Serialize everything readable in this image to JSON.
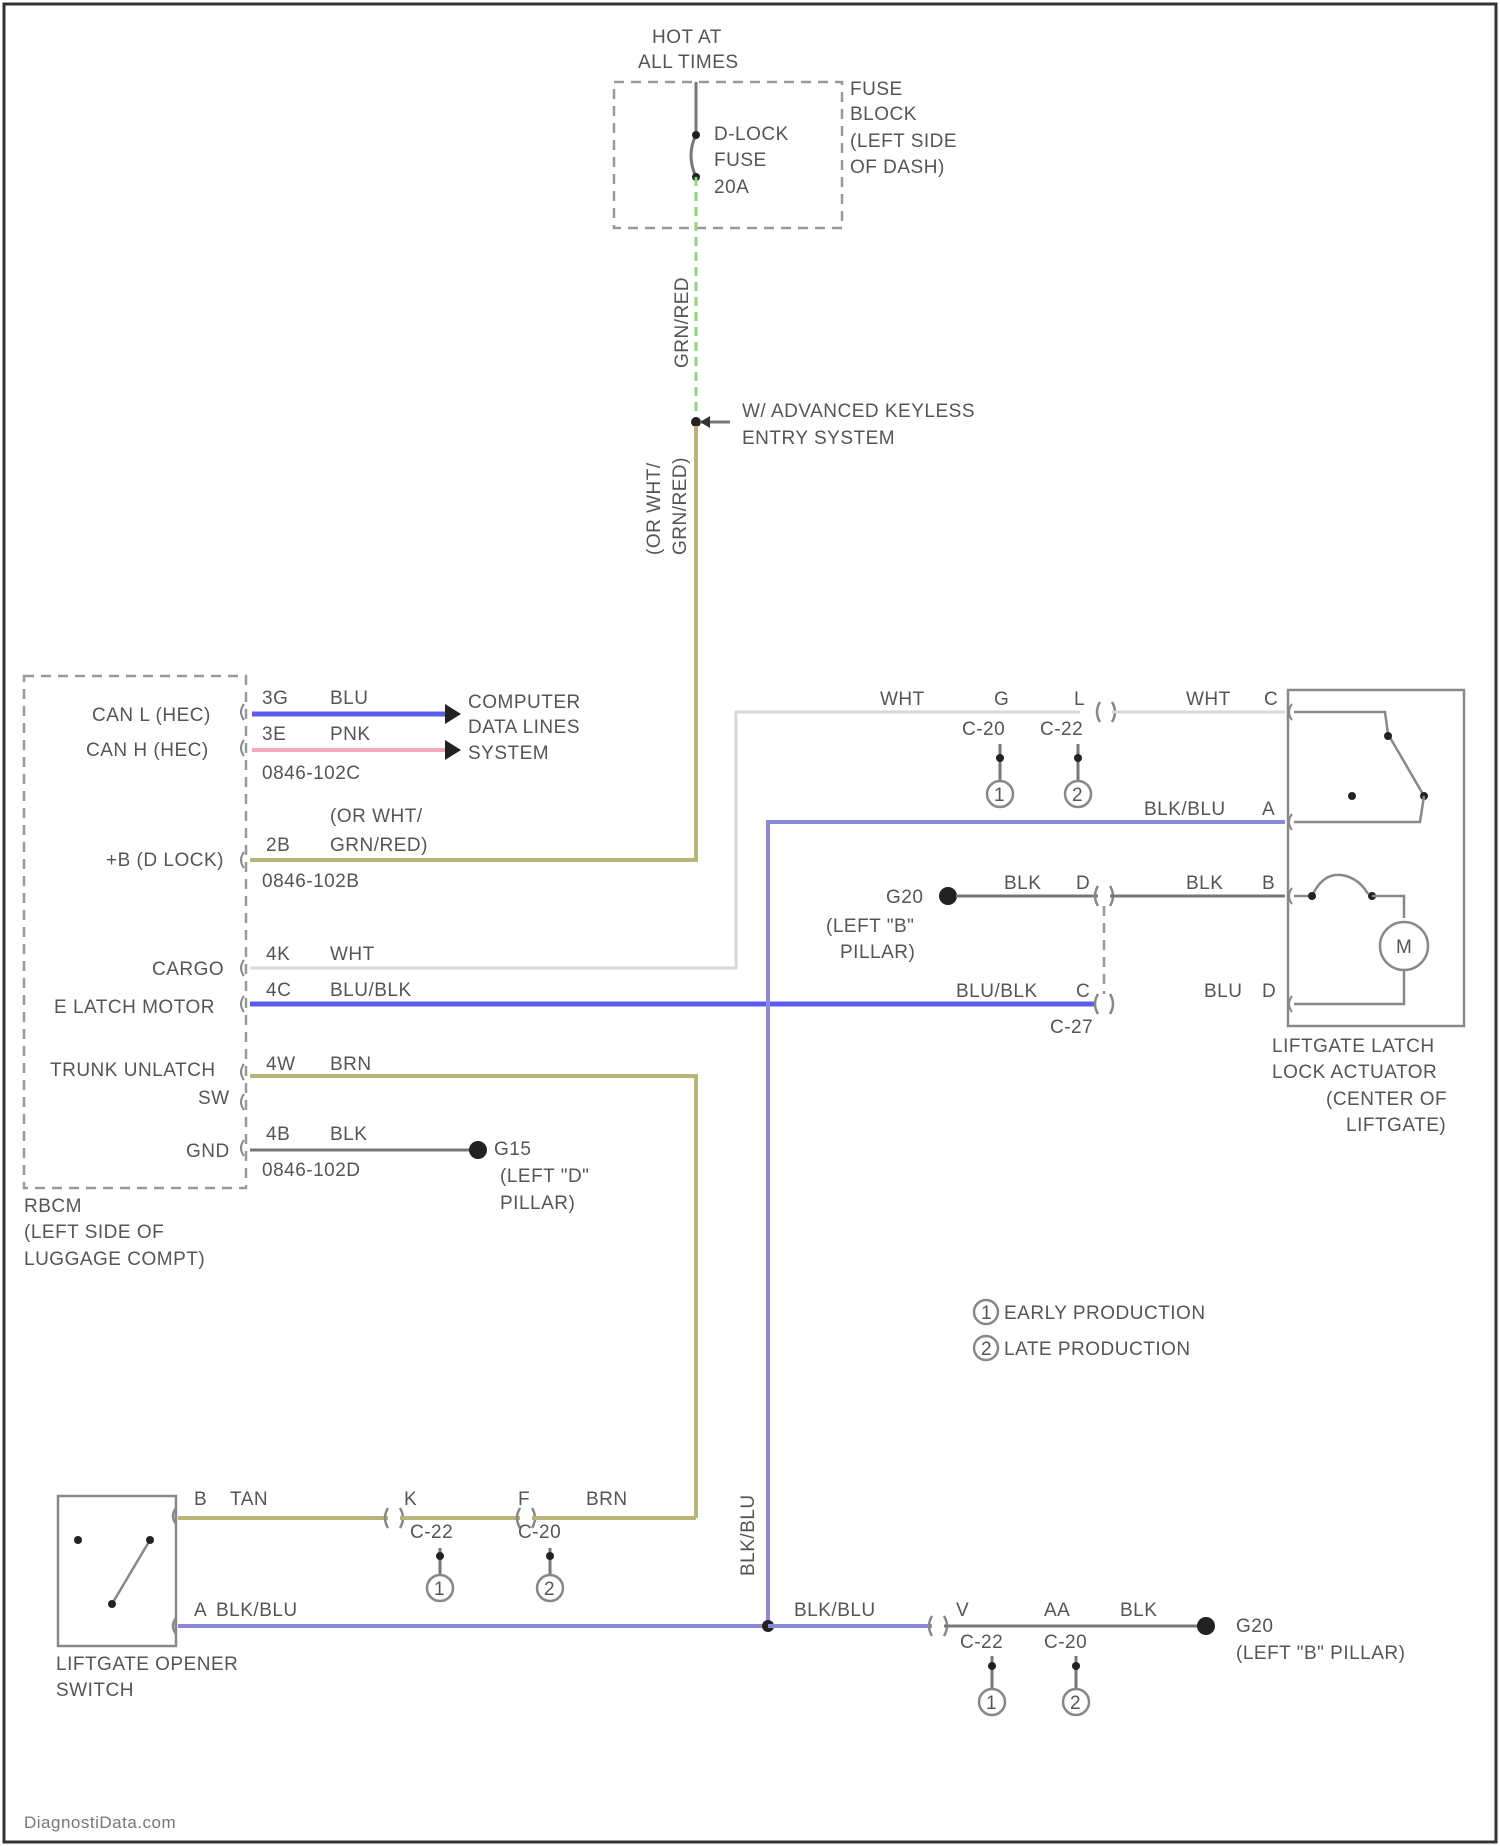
{
  "fuse": {
    "power_line1": "HOT AT",
    "power_line2": "ALL TIMES",
    "fuse_line1": "D-LOCK",
    "fuse_line2": "FUSE",
    "fuse_line3": "20A",
    "block_line1": "FUSE",
    "block_line2": "BLOCK",
    "block_line3": "(LEFT SIDE",
    "block_line4": "OF DASH)"
  },
  "top_wire": {
    "color1": "GRN/RED",
    "branch_line1": "W/ ADVANCED KEYLESS",
    "branch_line2": "ENTRY SYSTEM",
    "alt_line1": "(OR WHT/",
    "alt_line2": "GRN/RED)"
  },
  "rbcm": {
    "pin_canl": "CAN L (HEC)",
    "pin_canh": "CAN H (HEC)",
    "pin_bdlock": "+B (D LOCK)",
    "pin_cargo": "CARGO",
    "pin_elatch": "E LATCH MOTOR",
    "pin_trunk1": "TRUNK UNLATCH",
    "pin_trunk2": "SW",
    "pin_gnd": "GND",
    "cav_3g": "3G",
    "cav_3e": "3E",
    "conn_c": "0846-102C",
    "wire_blu": "BLU",
    "wire_pnk": "PNK",
    "cav_2b": "2B",
    "wire_alt1": "(OR WHT/",
    "wire_alt2": "GRN/RED)",
    "conn_b": "0846-102B",
    "cav_4k": "4K",
    "wire_wht": "WHT",
    "cav_4c": "4C",
    "wire_blublk": "BLU/BLK",
    "cav_4w": "4W",
    "wire_brn": "BRN",
    "cav_4b": "4B",
    "wire_blk": "BLK",
    "conn_d": "0846-102D",
    "label_line1": "RBCM",
    "label_line2": "(LEFT SIDE OF",
    "label_line3": "LUGGAGE COMPT)"
  },
  "data_lines": {
    "line1": "COMPUTER",
    "line2": "DATA LINES",
    "line3": "SYSTEM"
  },
  "ground_g15": {
    "name": "G15",
    "line1": "(LEFT \"D\"",
    "line2": "PILLAR)"
  },
  "actuator_circuits": {
    "wht_wire": "WHT",
    "pin_g": "G",
    "pin_l": "L",
    "conn_c20": "C-20",
    "conn_c22": "C-22",
    "wht_wire2": "WHT",
    "pin_c": "C",
    "blkblu_wire": "BLK/BLU",
    "pin_a": "A",
    "g20_name": "G20",
    "g20_line1": "(LEFT \"B\"",
    "g20_line2": "PILLAR)",
    "blk_wire1": "BLK",
    "pin_d": "D",
    "blk_wire2": "BLK",
    "pin_b": "B",
    "blublk_wire": "BLU/BLK",
    "pin_c2": "C",
    "blu_wire": "BLU",
    "pin_d2": "D",
    "conn_c27": "C-27",
    "motor": "M",
    "label_line1": "LIFTGATE LATCH",
    "label_line2": "LOCK ACTUATOR",
    "label_line3": "(CENTER OF",
    "label_line4": "LIFTGATE)"
  },
  "legend": {
    "num1": "1",
    "text1": "EARLY PRODUCTION",
    "num2": "2",
    "text2": "LATE PRODUCTION"
  },
  "opener": {
    "pin_b": "B",
    "wire_tan": "TAN",
    "pin_k": "K",
    "conn_c22": "C-22",
    "pin_f": "F",
    "conn_c20": "C-20",
    "wire_brn": "BRN",
    "pin_a": "A",
    "wire_blkblu": "BLK/BLU",
    "vertical_wire": "BLK/BLU",
    "label_line1": "LIFTGATE OPENER",
    "label_line2": "SWITCH"
  },
  "bottom_ground": {
    "wire_blkblu": "BLK/BLU",
    "pin_v": "V",
    "conn_c22": "C-22",
    "pin_aa": "AA",
    "conn_c20": "C-20",
    "wire_blk": "BLK",
    "g20_name": "G20",
    "g20_desc": "(LEFT \"B\" PILLAR)"
  },
  "markers": {
    "one": "1",
    "two": "2"
  },
  "footer": {
    "watermark": "DiagnostiData.com"
  }
}
